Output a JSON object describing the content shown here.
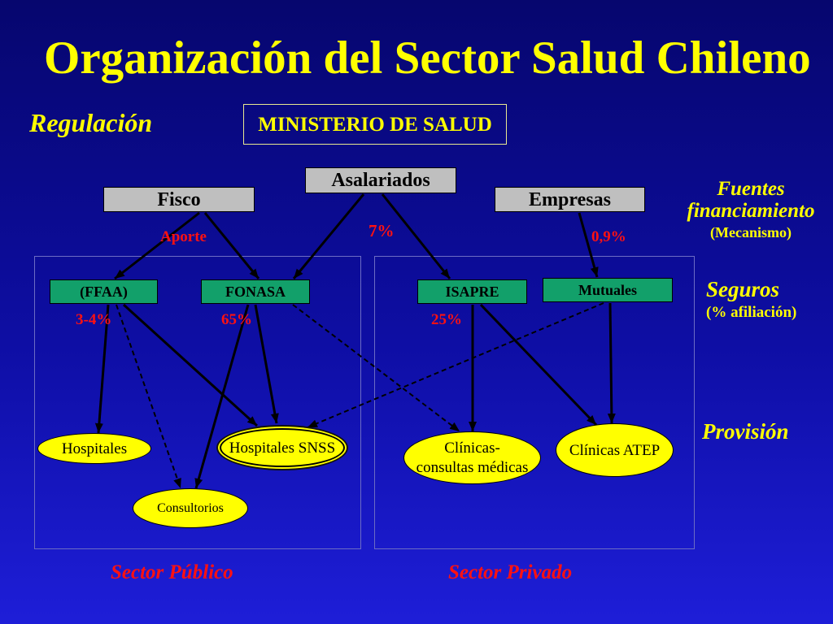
{
  "title": "Organización del Sector Salud Chileno",
  "colors": {
    "background_top": "#06066e",
    "background_bottom": "#1e1ed8",
    "heading": "#ffff00",
    "accent_red": "#ff1111",
    "source_box": "#bfbfbf",
    "insurer_box": "#12a06a",
    "provider_ellipse": "#ffff00",
    "panel_border": "#6c6cc4"
  },
  "levels": {
    "regulacion": "Regulación",
    "fuentes": [
      "Fuentes",
      "financiamiento"
    ],
    "mecanismo": "(Mecanismo)",
    "seguros": "Seguros",
    "afiliacion": "(% afiliación)",
    "provision": "Provisión"
  },
  "regulator": "MINISTERIO DE SALUD",
  "sources": {
    "fisco": "Fisco",
    "asalariados": "Asalariados",
    "empresas": "Empresas"
  },
  "mechanisms": {
    "aporte": "Aporte",
    "asalariados_rate": "7%",
    "empresas_rate": "0,9%"
  },
  "insurers": {
    "ffaa": {
      "label": "(FFAA)",
      "share": "3-4%"
    },
    "fonasa": {
      "label": "FONASA",
      "share": "65%"
    },
    "isapre": {
      "label": "ISAPRE",
      "share": "25%"
    },
    "mutuales": {
      "label": "Mutuales"
    }
  },
  "providers": {
    "hospitales": "Hospitales",
    "hospitales_snss": "Hospitales SNSS",
    "consultorios": "Consultorios",
    "clinicas": [
      "Clínicas-",
      "consultas médicas"
    ],
    "clinicas_atep": "Clínicas ATEP"
  },
  "sectors": {
    "publico": "Sector Público",
    "privado": "Sector Privado"
  }
}
